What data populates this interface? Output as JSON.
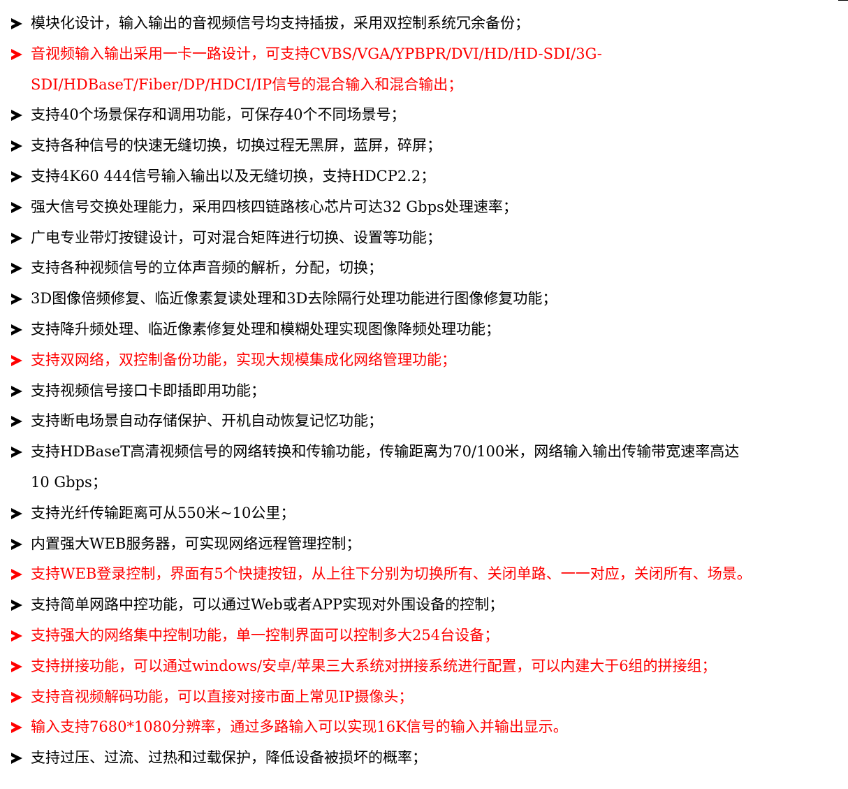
{
  "colors": {
    "normal": "#000000",
    "highlight": "#ff0000"
  },
  "bullet_icon": "right-arrow-bullet-icon",
  "items": [
    {
      "text": "模块化设计，输入输出的音视频信号均支持插拔，采用双控制系统冗余备份；",
      "highlight": false
    },
    {
      "text": "音视频输入输出采用一卡一路设计，可支持CVBS/VGA/YPBPR/DVI/HD/HD-SDI/3G-",
      "cont": "SDI/HDBaseT/Fiber/DP/HDCI/IP信号的混合输入和混合输出；",
      "highlight": true
    },
    {
      "text": "支持40个场景保存和调用功能，可保存40个不同场景号；",
      "highlight": false
    },
    {
      "text": "支持各种信号的快速无缝切换，切换过程无黑屏，蓝屏，碎屏；",
      "highlight": false
    },
    {
      "text": "支持4K60 444信号输入输出以及无缝切换，支持HDCP2.2；",
      "highlight": false
    },
    {
      "text": "强大信号交换处理能力，采用四核四链路核心芯片可达32 Gbps处理速率；",
      "highlight": false
    },
    {
      "text": "广电专业带灯按键设计，可对混合矩阵进行切换、设置等功能；",
      "highlight": false
    },
    {
      "text": "支持各种视频信号的立体声音频的解析，分配，切换；",
      "highlight": false
    },
    {
      "text": "3D图像倍频修复、临近像素复读处理和3D去除隔行处理功能进行图像修复功能；",
      "highlight": false
    },
    {
      "text": "支持降升频处理、临近像素修复处理和模糊处理实现图像降频处理功能；",
      "highlight": false
    },
    {
      "text": "支持双网络，双控制备份功能，实现大规模集成化网络管理功能；",
      "highlight": true
    },
    {
      "text": "支持视频信号接口卡即插即用功能；",
      "highlight": false
    },
    {
      "text": "支持断电场景自动存储保护、开机自动恢复记忆功能；",
      "highlight": false
    },
    {
      "text": "支持HDBaseT高清视频信号的网络转换和传输功能，传输距离为70/100米，网络输入输出传输带宽速率高达",
      "cont": "10 Gbps；",
      "highlight": false
    },
    {
      "text": "支持光纤传输距离可从550米~10公里；",
      "highlight": false
    },
    {
      "text": "内置强大WEB服务器，可实现网络远程管理控制；",
      "highlight": false
    },
    {
      "text": "支持WEB登录控制，界面有5个快捷按钮，从上往下分别为切换所有、关闭单路、一一对应，关闭所有、场景。",
      "highlight": true
    },
    {
      "text": "支持简单网路中控功能，可以通过Web或者APP实现对外围设备的控制；",
      "highlight": false
    },
    {
      "text": "支持强大的网络集中控制功能，单一控制界面可以控制多大254台设备；",
      "highlight": true
    },
    {
      "text": "支持拼接功能，可以通过windows/安卓/苹果三大系统对拼接系统进行配置，可以内建大于6组的拼接组；",
      "highlight": true
    },
    {
      "text": "支持音视频解码功能，可以直接对接市面上常见IP摄像头；",
      "highlight": true
    },
    {
      "text": "输入支持7680*1080分辨率，通过多路输入可以实现16K信号的输入并输出显示。",
      "highlight": true
    },
    {
      "text": "支持过压、过流、过热和过载保护，降低设备被损坏的概率；",
      "highlight": false
    }
  ]
}
